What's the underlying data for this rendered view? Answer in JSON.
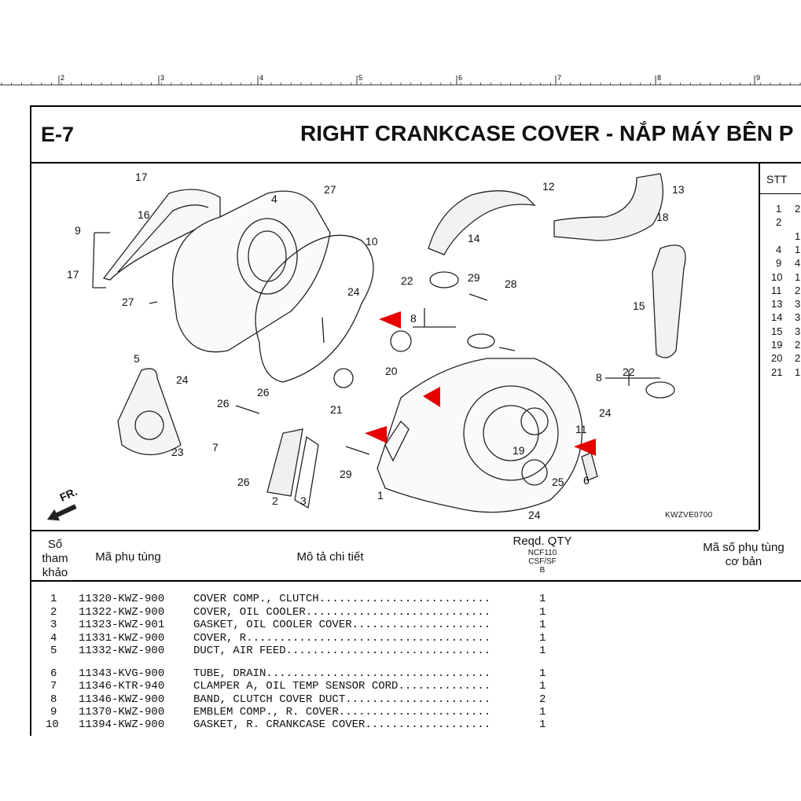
{
  "ruler": {
    "numbers": [
      "2",
      "3",
      "4",
      "5",
      "6",
      "7",
      "8",
      "9"
    ]
  },
  "header": {
    "code": "E-7",
    "title": "RIGHT CRANKCASE COVER - NẮP MÁY BÊN P"
  },
  "diagram": {
    "labels": [
      "17",
      "16",
      "9",
      "17",
      "27",
      "4",
      "27",
      "10",
      "24",
      "24",
      "5",
      "23",
      "26",
      "26",
      "7",
      "26",
      "2",
      "3",
      "12",
      "13",
      "14",
      "18",
      "22",
      "8",
      "29",
      "28",
      "15",
      "20",
      "21",
      "8",
      "22",
      "24",
      "11",
      "19",
      "29",
      "1",
      "25",
      "6",
      "24"
    ],
    "fr_label": "FR.",
    "reference": "KWZVE0700"
  },
  "stt_panel": {
    "header": "STT",
    "rows": [
      {
        "a": "1",
        "b": "2"
      },
      {
        "a": "2",
        "b": ""
      },
      {
        "a": "",
        "b": "1"
      },
      {
        "a": "4",
        "b": "1"
      },
      {
        "a": "9",
        "b": "4"
      },
      {
        "a": "10",
        "b": "1"
      },
      {
        "a": "11",
        "b": "2"
      },
      {
        "a": "13",
        "b": "3"
      },
      {
        "a": "14",
        "b": "3"
      },
      {
        "a": "15",
        "b": "3"
      },
      {
        "a": "19",
        "b": "2"
      },
      {
        "a": "20",
        "b": "2"
      },
      {
        "a": "21",
        "b": "1"
      }
    ]
  },
  "table": {
    "headers": {
      "ref_line1": "Số",
      "ref_line2": "tham",
      "ref_line3": "khảo",
      "part_no": "Mã phụ tùng",
      "description": "Mô tả chi tiết",
      "qty": "Reqd. QTY",
      "qty_sub1": "NCF110",
      "qty_sub2": "CSF/SF",
      "qty_sub3": "B",
      "base_line1": "Mã số phụ tùng",
      "base_line2": "cơ bản"
    },
    "rows": [
      {
        "ref": "1",
        "part": "11320-KWZ-900",
        "desc": "COVER COMP., CLUTCH..........................",
        "qty": "1"
      },
      {
        "ref": "2",
        "part": "11322-KWZ-900",
        "desc": "COVER, OIL COOLER............................",
        "qty": "1"
      },
      {
        "ref": "3",
        "part": "11323-KWZ-901",
        "desc": "GASKET, OIL COOLER COVER.....................",
        "qty": "1"
      },
      {
        "ref": "4",
        "part": "11331-KWZ-900",
        "desc": "COVER, R.....................................",
        "qty": "1"
      },
      {
        "ref": "5",
        "part": "11332-KWZ-900",
        "desc": "DUCT, AIR FEED...............................",
        "qty": "1"
      },
      {
        "ref": "6",
        "part": "11343-KVG-900",
        "desc": "TUBE, DRAIN..................................",
        "qty": "1"
      },
      {
        "ref": "7",
        "part": "11346-KTR-940",
        "desc": "CLAMPER A, OIL TEMP SENSOR CORD..............",
        "qty": "1"
      },
      {
        "ref": "8",
        "part": "11346-KWZ-900",
        "desc": "BAND, CLUTCH COVER DUCT......................",
        "qty": "2"
      },
      {
        "ref": "9",
        "part": "11370-KWZ-900",
        "desc": "EMBLEM COMP., R. COVER.......................",
        "qty": "1"
      },
      {
        "ref": "10",
        "part": "11394-KWZ-900",
        "desc": "GASKET, R. CRANKCASE COVER...................",
        "qty": "1"
      }
    ]
  }
}
